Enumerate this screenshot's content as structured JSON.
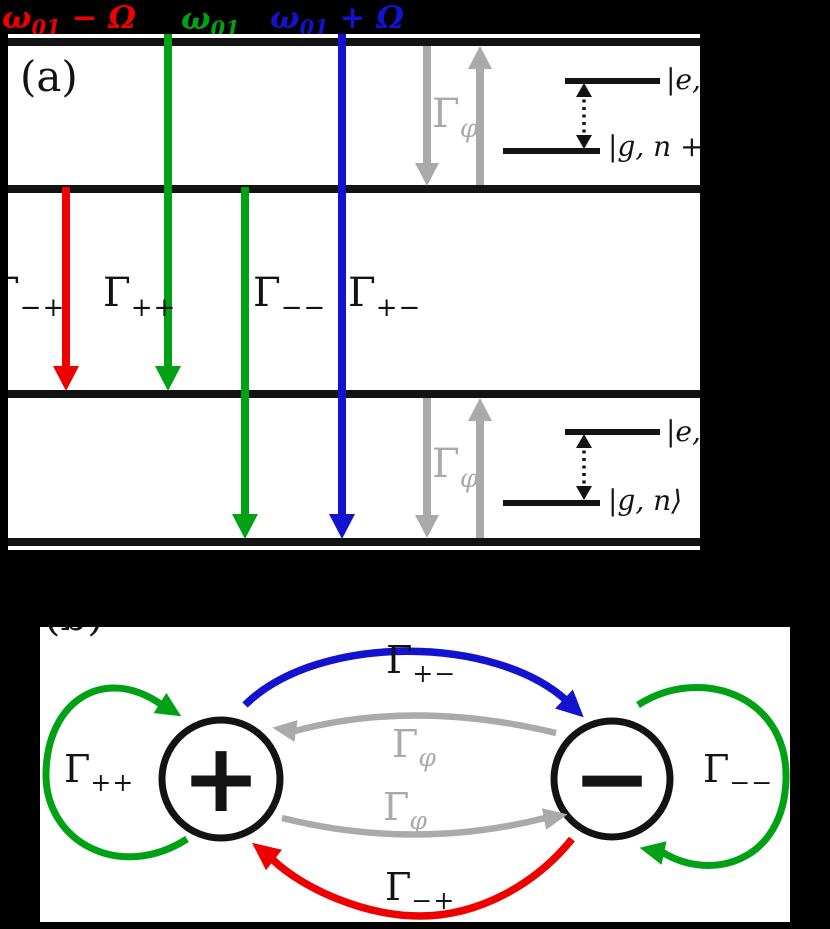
{
  "colors": {
    "red": "#ee0000",
    "green": "#00a114",
    "blue": "#1212cf",
    "gray": "#aaaaaa",
    "ink": "#131313",
    "panel_bg": "#ffffff",
    "canvas_bg": "#000000"
  },
  "frequencies": {
    "red_drive": {
      "pre": "ω",
      "sub": "01",
      "post": " − Ω"
    },
    "green_drive": {
      "pre": "ω",
      "sub": "01",
      "post": ""
    },
    "blue_drive": {
      "pre": "ω",
      "sub": "01",
      "post": " + Ω"
    }
  },
  "panel_a": {
    "tag": "(a)",
    "rates": {
      "minus_plus": {
        "base": "Γ",
        "sub": "−+"
      },
      "plus_plus": {
        "base": "Γ",
        "sub": "++"
      },
      "minus_minus": {
        "base": "Γ",
        "sub": "−−"
      },
      "plus_minus": {
        "base": "Γ",
        "sub": "+−"
      },
      "phi_upper": {
        "base": "Γ",
        "sub": "φ"
      },
      "phi_lower": {
        "base": "Γ",
        "sub": "φ"
      }
    },
    "kets": {
      "upper_excited": "|e,",
      "upper_ground": "|g, n +",
      "lower_excited": "|e,",
      "lower_ground": "|g, n⟩"
    }
  },
  "panel_b": {
    "tag": "(b)",
    "plus_state": "+",
    "minus_state": "−",
    "rates": {
      "plus_plus": {
        "base": "Γ",
        "sub": "++"
      },
      "minus_minus": {
        "base": "Γ",
        "sub": "−−"
      },
      "plus_minus": {
        "base": "Γ",
        "sub": "+−"
      },
      "minus_plus": {
        "base": "Γ",
        "sub": "−+"
      },
      "phi_upper": {
        "base": "Γ",
        "sub": "φ"
      },
      "phi_lower": {
        "base": "Γ",
        "sub": "φ"
      }
    }
  }
}
